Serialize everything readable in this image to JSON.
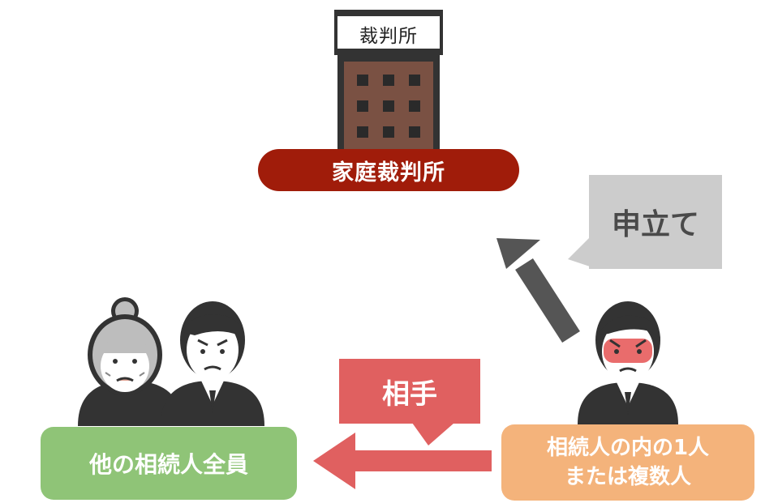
{
  "court": {
    "sign_text": "裁判所",
    "label": "家庭裁判所",
    "label_color": "#a01c0a",
    "building_color": "#7a5143"
  },
  "applicant": {
    "line1": "相続人の内の1人",
    "line2": "または複数人",
    "label_color": "#f4b37b",
    "face_color": "#e23b3b"
  },
  "others": {
    "label": "他の相続人全員",
    "label_color": "#8fc477"
  },
  "callouts": {
    "apply": "申立て",
    "apply_bubble_color": "#cccccc",
    "aite": "相手",
    "aite_bubble_color": "#e06060"
  },
  "arrows": {
    "apply_arrow_color": "#555555",
    "aite_arrow_color": "#e06060"
  }
}
